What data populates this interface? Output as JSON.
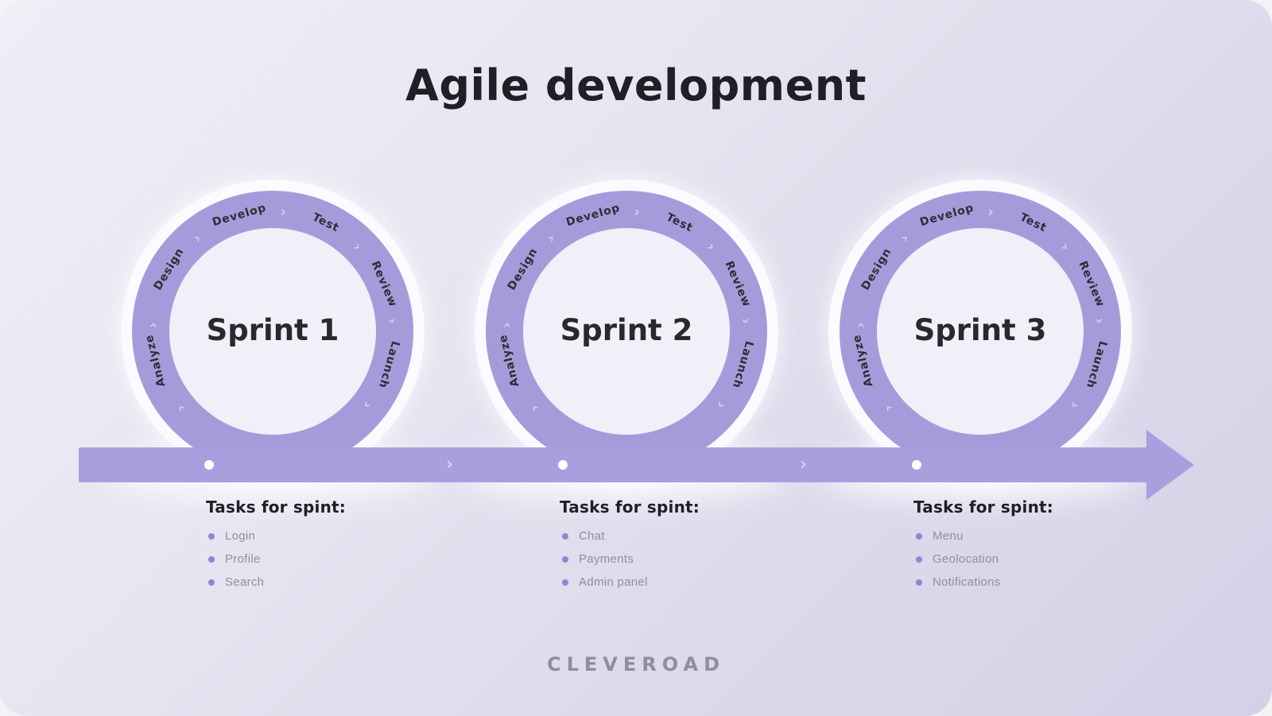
{
  "title": "Agile development",
  "branding": "CLEVEROAD",
  "sprints": [
    {
      "name": "Sprint 1",
      "stages": [
        "Analyze",
        "Design",
        "Develop",
        "Test",
        "Review",
        "Launch"
      ],
      "tasks_heading": "Tasks for spint:",
      "tasks": [
        "Login",
        "Profile",
        "Search"
      ]
    },
    {
      "name": "Sprint 2",
      "stages": [
        "Analyze",
        "Design",
        "Develop",
        "Test",
        "Review",
        "Launch"
      ],
      "tasks_heading": "Tasks for spint:",
      "tasks": [
        "Chat",
        "Payments",
        "Admin panel"
      ]
    },
    {
      "name": "Sprint 3",
      "stages": [
        "Analyze",
        "Design",
        "Develop",
        "Test",
        "Review",
        "Launch"
      ],
      "tasks_heading": "Tasks for spint:",
      "tasks": [
        "Menu",
        "Geolocation",
        "Notifications"
      ]
    }
  ],
  "icons": {
    "chevron": "›",
    "timeline_dot": "white-dot",
    "arrowhead": "triangle-right"
  },
  "colors": {
    "accent_purple": "#a8a0de",
    "ring_purple": "#a49cda",
    "inner_circle": "#f1f0f8",
    "halo": "#fbfafe",
    "bg_top_left": "#efeef6",
    "bg_bottom_right": "#d4d1e7",
    "title_text": "#1f1f26",
    "sprint_text": "#28282f",
    "task_text": "#8f8f9a",
    "bullet": "#8f85d4",
    "brand_text": "#8f8f99",
    "ring_chevron": "#d2cdee",
    "bar_chevron": "#d7d3f0"
  }
}
